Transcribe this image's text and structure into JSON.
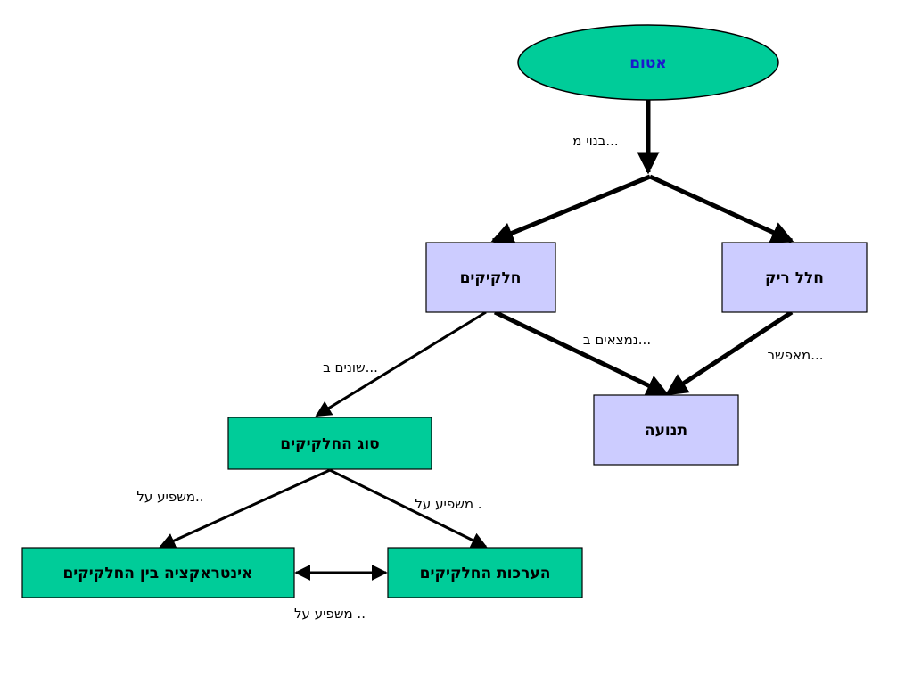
{
  "colors": {
    "root_fill": "#00cc99",
    "purple_fill": "#ccccff",
    "green_fill": "#00cc99",
    "stroke": "#000000",
    "root_text": "#1a1acc"
  },
  "nodes": {
    "atom": "אטום",
    "particles": "חלקיקים",
    "empty_space": "חלל ריק",
    "motion": "תנועה",
    "particle_type": "סוג החלקיקים",
    "interaction": "אינטראקציה בין החלקיקים",
    "arrangement": "הערכות החלקיקים"
  },
  "edge_labels": {
    "made_of": "בנוי מ...",
    "located_in": "נמצאים ב...",
    "enables": "מאפשר...",
    "differ_in": "שונים ב...",
    "affects_left": "משפיע על..",
    "affects_right": "משפיע על .",
    "affects_mutual": "משפיע על .."
  }
}
